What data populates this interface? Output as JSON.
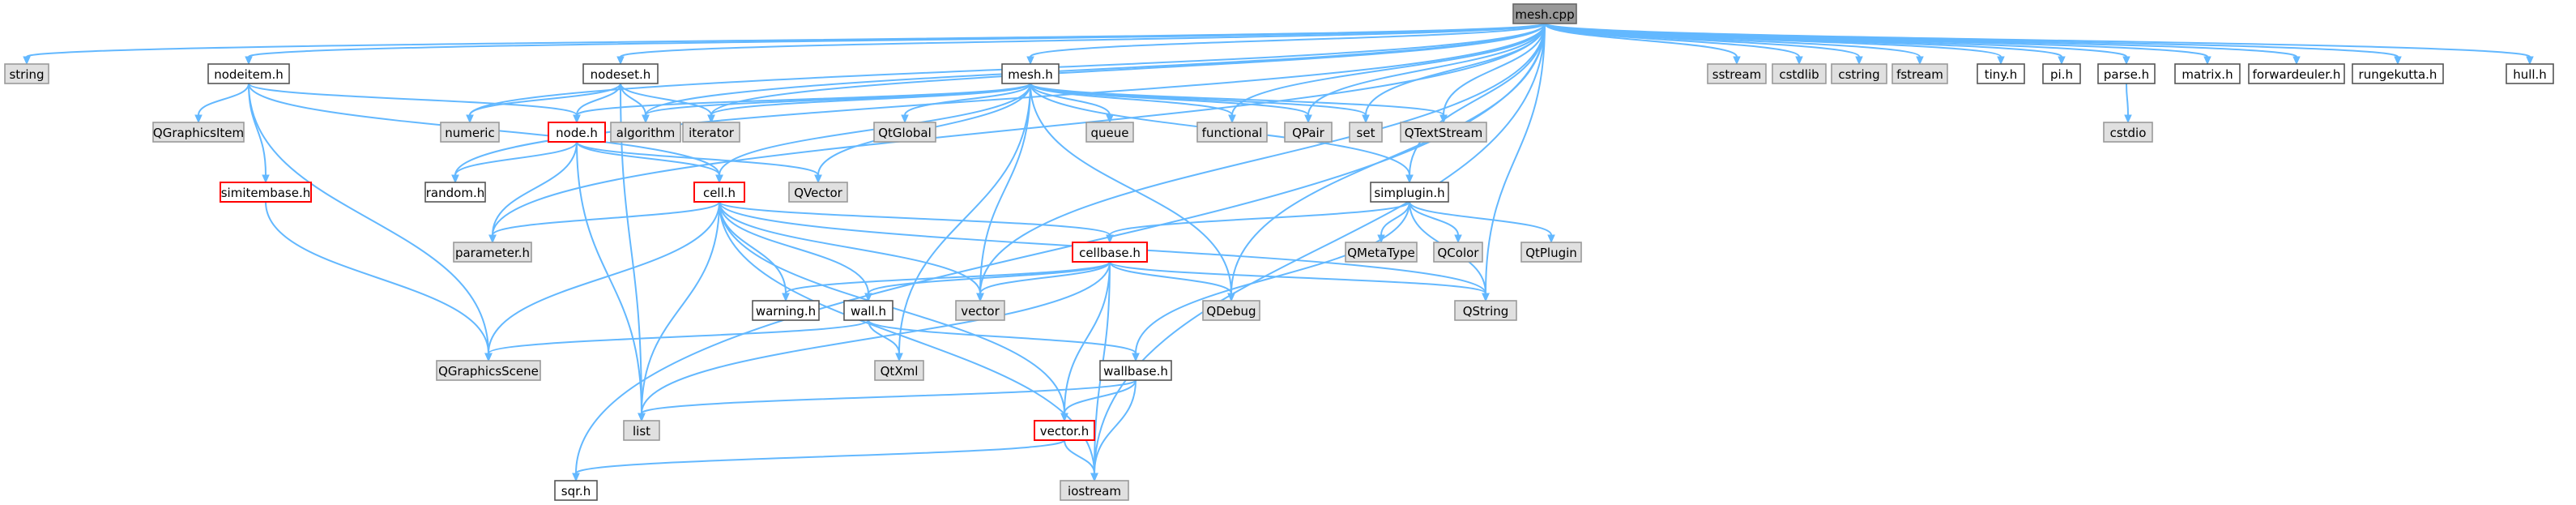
{
  "diagram": {
    "colors": {
      "edge": "#63b8ff",
      "root_fill": "#999999",
      "documented_border": "#555555",
      "system_fill": "#e0e0e0",
      "truncated_border": "#ff0000"
    },
    "nodes": [
      {
        "id": "mesh_cpp",
        "label": "mesh.cpp",
        "kind": "root"
      },
      {
        "id": "string",
        "label": "string",
        "kind": "sys"
      },
      {
        "id": "nodeitem_h",
        "label": "nodeitem.h",
        "kind": "doc"
      },
      {
        "id": "nodeset_h",
        "label": "nodeset.h",
        "kind": "doc"
      },
      {
        "id": "mesh_h",
        "label": "mesh.h",
        "kind": "doc"
      },
      {
        "id": "sstream",
        "label": "sstream",
        "kind": "sys"
      },
      {
        "id": "cstdlib",
        "label": "cstdlib",
        "kind": "sys"
      },
      {
        "id": "cstring",
        "label": "cstring",
        "kind": "sys"
      },
      {
        "id": "fstream",
        "label": "fstream",
        "kind": "sys"
      },
      {
        "id": "tiny_h",
        "label": "tiny.h",
        "kind": "doc"
      },
      {
        "id": "pi_h",
        "label": "pi.h",
        "kind": "doc"
      },
      {
        "id": "parse_h",
        "label": "parse.h",
        "kind": "doc"
      },
      {
        "id": "matrix_h",
        "label": "matrix.h",
        "kind": "doc"
      },
      {
        "id": "forwardeuler_h",
        "label": "forwardeuler.h",
        "kind": "doc"
      },
      {
        "id": "rungekutta_h",
        "label": "rungekutta.h",
        "kind": "doc"
      },
      {
        "id": "hull_h",
        "label": "hull.h",
        "kind": "doc"
      },
      {
        "id": "qgraphicsitem",
        "label": "QGraphicsItem",
        "kind": "sys"
      },
      {
        "id": "numeric",
        "label": "numeric",
        "kind": "sys"
      },
      {
        "id": "node_h",
        "label": "node.h",
        "kind": "trunc"
      },
      {
        "id": "algorithm",
        "label": "algorithm",
        "kind": "sys"
      },
      {
        "id": "iterator",
        "label": "iterator",
        "kind": "sys"
      },
      {
        "id": "qtglobal",
        "label": "QtGlobal",
        "kind": "sys"
      },
      {
        "id": "queue",
        "label": "queue",
        "kind": "sys"
      },
      {
        "id": "functional",
        "label": "functional",
        "kind": "sys"
      },
      {
        "id": "qpair",
        "label": "QPair",
        "kind": "sys"
      },
      {
        "id": "set",
        "label": "set",
        "kind": "sys"
      },
      {
        "id": "qtextstream",
        "label": "QTextStream",
        "kind": "sys"
      },
      {
        "id": "cstdio",
        "label": "cstdio",
        "kind": "sys"
      },
      {
        "id": "simitembase_h",
        "label": "simitembase.h",
        "kind": "trunc"
      },
      {
        "id": "random_h",
        "label": "random.h",
        "kind": "doc"
      },
      {
        "id": "cell_h",
        "label": "cell.h",
        "kind": "trunc"
      },
      {
        "id": "qvector",
        "label": "QVector",
        "kind": "sys"
      },
      {
        "id": "simplugin_h",
        "label": "simplugin.h",
        "kind": "doc"
      },
      {
        "id": "parameter_h",
        "label": "parameter.h",
        "kind": "sys"
      },
      {
        "id": "cellbase_h",
        "label": "cellbase.h",
        "kind": "trunc"
      },
      {
        "id": "qmetatype",
        "label": "QMetaType",
        "kind": "sys"
      },
      {
        "id": "qcolor",
        "label": "QColor",
        "kind": "sys"
      },
      {
        "id": "qtplugin",
        "label": "QtPlugin",
        "kind": "sys"
      },
      {
        "id": "warning_h",
        "label": "warning.h",
        "kind": "doc"
      },
      {
        "id": "wall_h",
        "label": "wall.h",
        "kind": "doc"
      },
      {
        "id": "vector",
        "label": "vector",
        "kind": "sys"
      },
      {
        "id": "qdebug",
        "label": "QDebug",
        "kind": "sys"
      },
      {
        "id": "qstring",
        "label": "QString",
        "kind": "sys"
      },
      {
        "id": "qgraphicsscene",
        "label": "QGraphicsScene",
        "kind": "sys"
      },
      {
        "id": "qtxml",
        "label": "QtXml",
        "kind": "sys"
      },
      {
        "id": "wallbase_h",
        "label": "wallbase.h",
        "kind": "doc"
      },
      {
        "id": "list",
        "label": "list",
        "kind": "sys"
      },
      {
        "id": "vector_h",
        "label": "vector.h",
        "kind": "trunc"
      },
      {
        "id": "sqr_h",
        "label": "sqr.h",
        "kind": "doc"
      },
      {
        "id": "iostream",
        "label": "iostream",
        "kind": "sys"
      }
    ],
    "edges": [
      [
        "mesh_cpp",
        "string"
      ],
      [
        "mesh_cpp",
        "nodeitem_h"
      ],
      [
        "mesh_cpp",
        "nodeset_h"
      ],
      [
        "mesh_cpp",
        "mesh_h"
      ],
      [
        "mesh_cpp",
        "sstream"
      ],
      [
        "mesh_cpp",
        "cstdlib"
      ],
      [
        "mesh_cpp",
        "cstring"
      ],
      [
        "mesh_cpp",
        "fstream"
      ],
      [
        "mesh_cpp",
        "tiny_h"
      ],
      [
        "mesh_cpp",
        "pi_h"
      ],
      [
        "mesh_cpp",
        "parse_h"
      ],
      [
        "mesh_cpp",
        "matrix_h"
      ],
      [
        "mesh_cpp",
        "forwardeuler_h"
      ],
      [
        "mesh_cpp",
        "rungekutta_h"
      ],
      [
        "mesh_cpp",
        "hull_h"
      ],
      [
        "mesh_cpp",
        "numeric"
      ],
      [
        "mesh_cpp",
        "algorithm"
      ],
      [
        "mesh_cpp",
        "iterator"
      ],
      [
        "mesh_cpp",
        "functional"
      ],
      [
        "mesh_cpp",
        "qpair"
      ],
      [
        "mesh_cpp",
        "set"
      ],
      [
        "mesh_cpp",
        "qtextstream"
      ],
      [
        "mesh_cpp",
        "random_h"
      ],
      [
        "mesh_cpp",
        "parameter_h"
      ],
      [
        "mesh_cpp",
        "simplugin_h"
      ],
      [
        "mesh_cpp",
        "qdebug"
      ],
      [
        "mesh_cpp",
        "qstring"
      ],
      [
        "mesh_cpp",
        "vector"
      ],
      [
        "mesh_cpp",
        "sqr_h"
      ],
      [
        "mesh_cpp",
        "iostream"
      ],
      [
        "nodeitem_h",
        "qgraphicsitem"
      ],
      [
        "nodeitem_h",
        "node_h"
      ],
      [
        "nodeitem_h",
        "simitembase_h"
      ],
      [
        "nodeitem_h",
        "cell_h"
      ],
      [
        "nodeitem_h",
        "qgraphicsscene"
      ],
      [
        "nodeset_h",
        "numeric"
      ],
      [
        "nodeset_h",
        "node_h"
      ],
      [
        "nodeset_h",
        "algorithm"
      ],
      [
        "nodeset_h",
        "iterator"
      ],
      [
        "nodeset_h",
        "list"
      ],
      [
        "mesh_h",
        "node_h"
      ],
      [
        "mesh_h",
        "algorithm"
      ],
      [
        "mesh_h",
        "iterator"
      ],
      [
        "mesh_h",
        "qtglobal"
      ],
      [
        "mesh_h",
        "queue"
      ],
      [
        "mesh_h",
        "functional"
      ],
      [
        "mesh_h",
        "qpair"
      ],
      [
        "mesh_h",
        "set"
      ],
      [
        "mesh_h",
        "qtextstream"
      ],
      [
        "mesh_h",
        "cell_h"
      ],
      [
        "mesh_h",
        "qvector"
      ],
      [
        "mesh_h",
        "simplugin_h"
      ],
      [
        "mesh_h",
        "vector"
      ],
      [
        "mesh_h",
        "qdebug"
      ],
      [
        "mesh_h",
        "qtxml"
      ],
      [
        "parse_h",
        "cstdio"
      ],
      [
        "node_h",
        "random_h"
      ],
      [
        "node_h",
        "cell_h"
      ],
      [
        "node_h",
        "qvector"
      ],
      [
        "node_h",
        "parameter_h"
      ],
      [
        "node_h",
        "list"
      ],
      [
        "simitembase_h",
        "qgraphicsscene"
      ],
      [
        "cell_h",
        "parameter_h"
      ],
      [
        "cell_h",
        "cellbase_h"
      ],
      [
        "cell_h",
        "warning_h"
      ],
      [
        "cell_h",
        "wall_h"
      ],
      [
        "cell_h",
        "vector"
      ],
      [
        "cell_h",
        "qstring"
      ],
      [
        "cell_h",
        "qgraphicsscene"
      ],
      [
        "cell_h",
        "list"
      ],
      [
        "cell_h",
        "vector_h"
      ],
      [
        "cell_h",
        "iostream"
      ],
      [
        "simplugin_h",
        "cellbase_h"
      ],
      [
        "simplugin_h",
        "qmetatype"
      ],
      [
        "simplugin_h",
        "qcolor"
      ],
      [
        "simplugin_h",
        "qtplugin"
      ],
      [
        "simplugin_h",
        "qstring"
      ],
      [
        "simplugin_h",
        "wallbase_h"
      ],
      [
        "cellbase_h",
        "warning_h"
      ],
      [
        "cellbase_h",
        "wall_h"
      ],
      [
        "cellbase_h",
        "vector"
      ],
      [
        "cellbase_h",
        "qdebug"
      ],
      [
        "cellbase_h",
        "qstring"
      ],
      [
        "cellbase_h",
        "list"
      ],
      [
        "cellbase_h",
        "vector_h"
      ],
      [
        "cellbase_h",
        "iostream"
      ],
      [
        "wall_h",
        "qgraphicsscene"
      ],
      [
        "wall_h",
        "qtxml"
      ],
      [
        "wall_h",
        "wallbase_h"
      ],
      [
        "wallbase_h",
        "list"
      ],
      [
        "wallbase_h",
        "vector_h"
      ],
      [
        "wallbase_h",
        "iostream"
      ],
      [
        "vector_h",
        "sqr_h"
      ],
      [
        "vector_h",
        "iostream"
      ]
    ]
  }
}
